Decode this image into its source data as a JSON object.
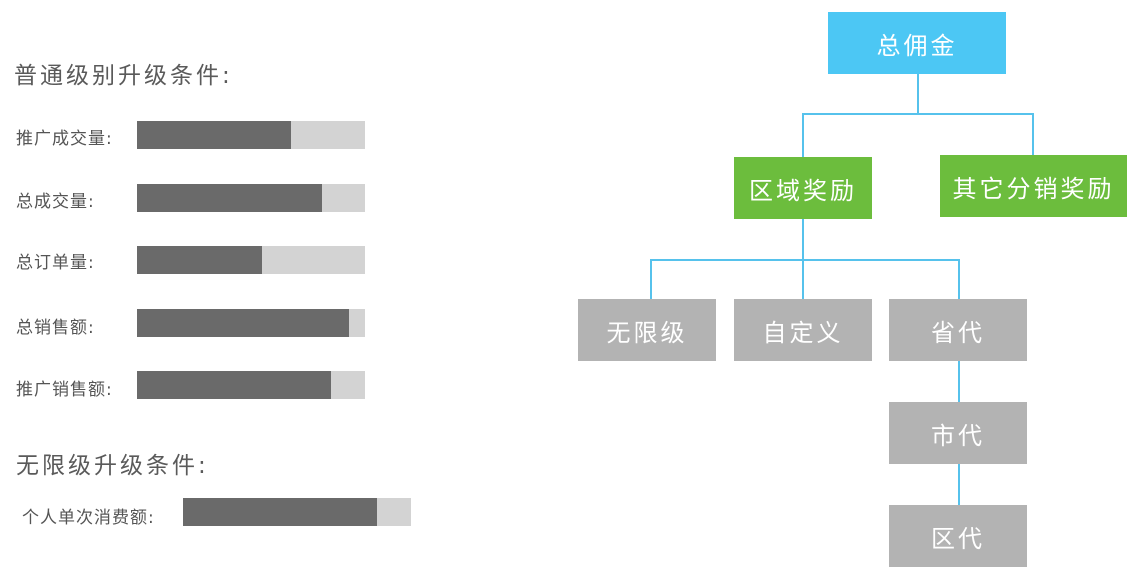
{
  "normal_section": {
    "title": "普通级别升级条件:",
    "rows": [
      {
        "label": "推广成交量:",
        "fill": 0.675
      },
      {
        "label": "总成交量:",
        "fill": 0.81
      },
      {
        "label": "总订单量:",
        "fill": 0.55
      },
      {
        "label": "总销售额:",
        "fill": 0.93
      },
      {
        "label": "推广销售额:",
        "fill": 0.85
      }
    ]
  },
  "unlimited_section": {
    "title": "无限级升级条件:",
    "rows": [
      {
        "label": "个人单次消费额:",
        "fill": 0.85
      }
    ]
  },
  "tree": {
    "root": "总佣金",
    "level1": [
      "区域奖励",
      "其它分销奖励"
    ],
    "level2": [
      "无限级",
      "自定义",
      "省代"
    ],
    "level3": [
      "市代"
    ],
    "level4": [
      "区代"
    ]
  },
  "colors": {
    "root": "#4cc7f4",
    "level1": "#6cbd3d",
    "level2": "#b3b3b3",
    "connector": "#56c2ec",
    "bar_fill": "#6a6a6a",
    "bar_track": "#d3d3d3"
  }
}
